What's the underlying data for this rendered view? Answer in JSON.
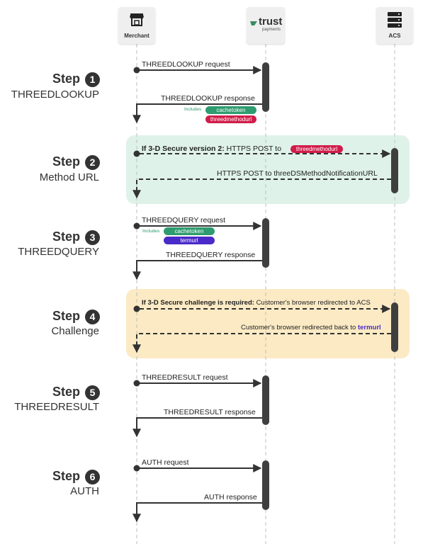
{
  "actors": {
    "merchant": {
      "label": "Merchant",
      "icon": "storefront-icon"
    },
    "trust": {
      "logo_text": "trust",
      "logo_sub": "payments",
      "icon": "trust-payments-logo"
    },
    "acs": {
      "label": "ACS",
      "icon": "server-icon"
    }
  },
  "steps": [
    {
      "word": "Step",
      "number": "1",
      "name": "THREEDLOOKUP"
    },
    {
      "word": "Step",
      "number": "2",
      "name": "Method URL"
    },
    {
      "word": "Step",
      "number": "3",
      "name": "THREEDQUERY"
    },
    {
      "word": "Step",
      "number": "4",
      "name": "Challenge"
    },
    {
      "word": "Step",
      "number": "5",
      "name": "THREEDRESULT"
    },
    {
      "word": "Step",
      "number": "6",
      "name": "AUTH"
    }
  ],
  "messages": {
    "lookup_request": "THREEDLOOKUP request",
    "lookup_response": "THREEDLOOKUP response",
    "lookup_includes": "Includes",
    "lookup_pill_1": "cachetoken",
    "lookup_pill_2": "threedmethodurl",
    "method_bold": "If 3-D Secure version 2:",
    "method_text": "HTTPS POST to",
    "method_pill": "threedmethodurl",
    "method_response": "HTTPS POST to threeDSMethodNotificationURL",
    "query_request": "THREEDQUERY request",
    "query_includes": "Includes",
    "query_pill_1": "cachetoken",
    "query_pill_2": "termurl",
    "query_response": "THREEDQUERY response",
    "challenge_bold": "If 3-D Secure challenge is required:",
    "challenge_text": "Customer's browser redirected to ACS",
    "challenge_back": "Customer's browser redirected back to",
    "challenge_back_link": "termurl",
    "result_request": "THREEDRESULT request",
    "result_response": "THREEDRESULT response",
    "auth_request": "AUTH request",
    "auth_response": "AUTH response"
  },
  "colors": {
    "green_pill": "#2e9c6f",
    "red_pill": "#d11c4a",
    "purple_pill": "#4a2bc9",
    "method_band": "#dff2ea",
    "challenge_band": "#fbeac4",
    "activation": "#3f3f3f"
  }
}
